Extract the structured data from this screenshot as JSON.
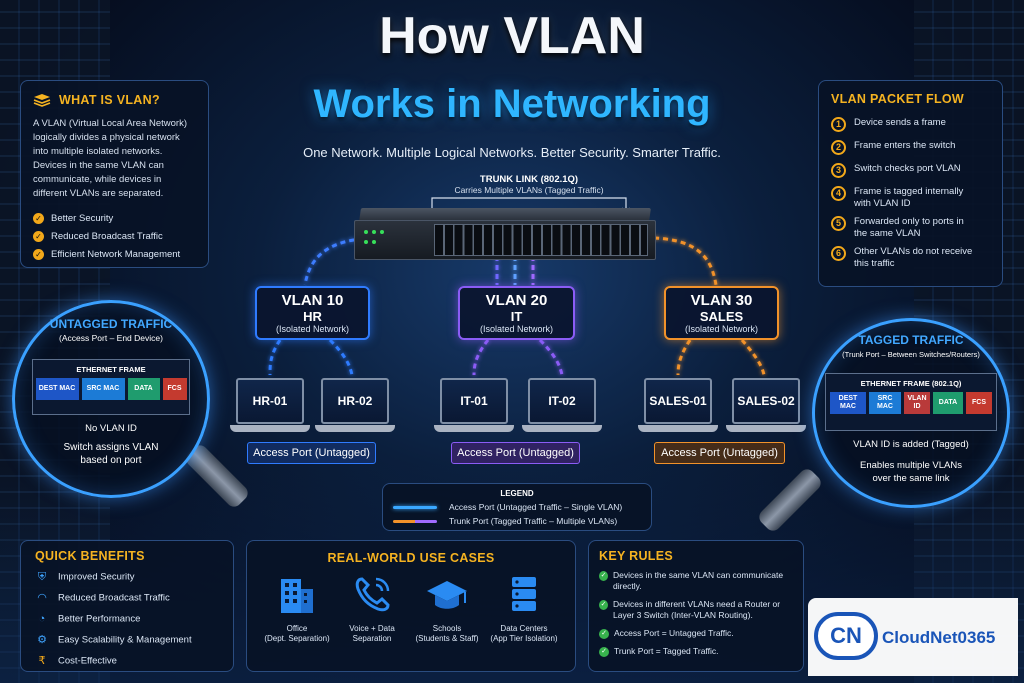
{
  "title": {
    "line1": "How VLAN",
    "line2": "Works in Networking",
    "tagline": "One Network. Multiple Logical Networks. Better Security. Smarter Traffic."
  },
  "what_is": {
    "title": "WHAT IS VLAN?",
    "body": "A VLAN (Virtual Local Area Network) logically divides a physical network into multiple isolated networks. Devices in the same VLAN can communicate, while devices in different VLANs are separated.",
    "points": [
      "Better Security",
      "Reduced Broadcast Traffic",
      "Efficient Network Management"
    ]
  },
  "packet_flow": {
    "title": "VLAN PACKET FLOW",
    "steps": [
      {
        "n": "1",
        "text": "Device sends a frame"
      },
      {
        "n": "2",
        "text": "Frame enters the switch"
      },
      {
        "n": "3",
        "text": "Switch checks port VLAN"
      },
      {
        "n": "4",
        "text": "Frame is tagged internally with VLAN ID"
      },
      {
        "n": "5",
        "text": "Forwarded only to ports in the same VLAN"
      },
      {
        "n": "6",
        "text": "Other VLANs do not receive this traffic"
      }
    ]
  },
  "trunk": {
    "title": "TRUNK LINK (802.1Q)",
    "sub": "Carries Multiple VLANs (Tagged Traffic)"
  },
  "vlans": [
    {
      "name": "VLAN 10",
      "dept": "HR",
      "note": "(Isolated Network)",
      "color": "#2f7bff",
      "devices": [
        "HR-01",
        "HR-02"
      ],
      "port": "Access Port (Untagged)"
    },
    {
      "name": "VLAN 20",
      "dept": "IT",
      "note": "(Isolated Network)",
      "color": "#8b5cf6",
      "devices": [
        "IT-01",
        "IT-02"
      ],
      "port": "Access Port (Untagged)"
    },
    {
      "name": "VLAN 30",
      "dept": "SALES",
      "note": "(Isolated Network)",
      "color": "#f2922a",
      "devices": [
        "SALES-01",
        "SALES-02"
      ],
      "port": "Access Port (Untagged)"
    }
  ],
  "untagged": {
    "title": "UNTAGGED TRAFFIC",
    "sub": "(Access Port – End Device)",
    "frame_title": "ETHERNET FRAME",
    "cells": [
      "DEST MAC",
      "SRC MAC",
      "DATA",
      "FCS"
    ],
    "note1": "No VLAN ID",
    "note2": "Switch assigns VLAN based on port"
  },
  "tagged": {
    "title": "TAGGED TRAFFIC",
    "sub": "(Trunk Port – Between Switches/Routers)",
    "frame_title": "ETHERNET FRAME (802.1Q)",
    "cells": [
      "DEST MAC",
      "SRC MAC",
      "VLAN ID",
      "DATA",
      "FCS"
    ],
    "note1": "VLAN ID is added (Tagged)",
    "note2": "Enables multiple VLANs over the same link"
  },
  "legend": {
    "title": "LEGEND",
    "items": [
      "Access Port (Untagged Traffic – Single VLAN)",
      "Trunk Port (Tagged Traffic – Multiple VLANs)"
    ]
  },
  "benefits": {
    "title": "QUICK BENEFITS",
    "items": [
      {
        "icon": "shield-icon",
        "text": "Improved Security"
      },
      {
        "icon": "wifi-icon",
        "text": "Reduced Broadcast Traffic"
      },
      {
        "icon": "gauge-icon",
        "text": "Better Performance"
      },
      {
        "icon": "gear-icon",
        "text": "Easy Scalability & Management"
      },
      {
        "icon": "coin-icon",
        "text": "Cost-Effective"
      }
    ]
  },
  "use_cases": {
    "title": "REAL-WORLD USE CASES",
    "items": [
      {
        "icon": "building-icon",
        "label": "Office",
        "sub": "(Dept. Separation)"
      },
      {
        "icon": "phone-icon",
        "label": "Voice + Data",
        "sub": "Separation"
      },
      {
        "icon": "graduation-cap-icon",
        "label": "Schools",
        "sub": "(Students & Staff)"
      },
      {
        "icon": "server-icon",
        "label": "Data Centers",
        "sub": "(App Tier Isolation)"
      }
    ]
  },
  "rules": {
    "title": "KEY RULES",
    "items": [
      "Devices in the same VLAN can communicate directly.",
      "Devices in different VLANs need a Router or Layer 3 Switch (Inter-VLAN Routing).",
      "Access Port = Untagged Traffic.",
      "Trunk Port = Tagged Traffic."
    ]
  },
  "brand": {
    "badge": "CN",
    "name": "CloudNet0365"
  },
  "colors": {
    "accent": "#f5b321",
    "vlan10": "#2f7bff",
    "vlan20": "#8b5cf6",
    "vlan30": "#f2922a",
    "title_blue": "#2fb6ff"
  }
}
